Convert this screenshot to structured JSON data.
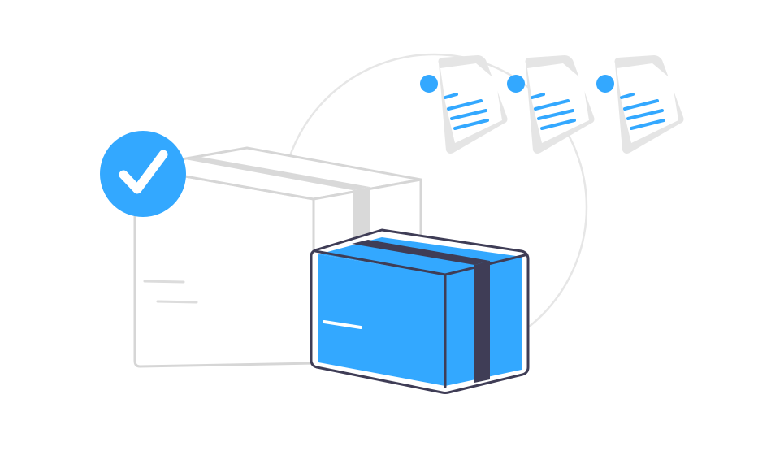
{
  "illustration": {
    "type": "shipping-package-illustration",
    "elements": [
      "background-circle",
      "ghost-box",
      "check-badge",
      "front-box",
      "document-card-1",
      "document-card-2",
      "document-card-3"
    ]
  },
  "colors": {
    "background": "#ffffff",
    "accent_blue": "#33a8ff",
    "outline_dark": "#3f3d56",
    "ghost_stroke": "#d6d6d6",
    "ghost_fill": "#ffffff",
    "ghost_tape": "#d9d9d9",
    "document_back": "#e5e5e5",
    "document_front": "#ffffff",
    "circle_stroke": "#e6e6e6",
    "check_mark": "#ffffff"
  },
  "icons": {
    "badge": "check-icon",
    "document": "document-icon"
  },
  "document_count": 3
}
